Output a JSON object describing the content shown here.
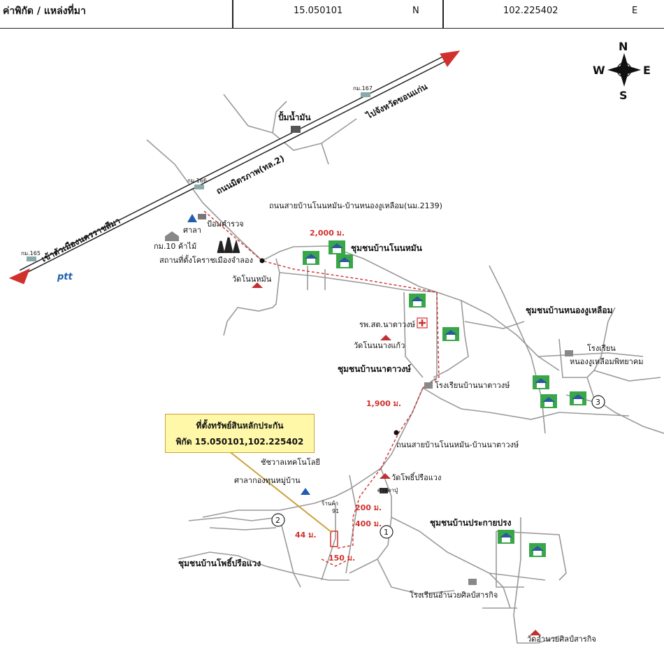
{
  "header": {
    "label": "ค่าพิกัด / แหล่งที่มา",
    "lat": "15.050101",
    "lat_dir": "N",
    "lon": "102.225402",
    "lon_dir": "E"
  },
  "compass": {
    "n": "N",
    "s": "S",
    "e": "E",
    "w": "W"
  },
  "callout": {
    "title": "ที่ตั้งทรัพย์สินหลักประกัน",
    "coords": "พิกัด 15.050101,102.225402"
  },
  "roads": {
    "highway": "ถนนมิตรภาพ(ทล.2)",
    "to_khonkaen": "ไปจังหวัดขอนแก่น",
    "to_korat": "เข้าตัวเมืองนครราชสีมา",
    "road_2139": "ถนนสายบ้านโนนหมัน-บ้านหนองงูเหลือม(นม.2139)",
    "road_nadawong": "ถนนสายบ้านโนนหมัน-บ้านนาตาวงษ์"
  },
  "km_markers": {
    "km165": "กม.165",
    "km166": "กม.166",
    "km167": "กม.167"
  },
  "places": {
    "gas_station": "ปั้มน้ำมัน",
    "ptt": "ptt",
    "checkpoint": "ป้อมตำรวจ",
    "sala": "ศาลา",
    "wood_shop": "กม.10 ค้าไม้",
    "korat_city_site": "สถานที่ตั้งโคราชเมืองจำลอง",
    "wat_non_man": "วัดโนนหมัน",
    "community_non_man": "ชุมชนบ้านโนนหมัน",
    "hospital": "รพ.สต.นาตาวงษ์",
    "wat_non_nang_kaew": "วัดโนนนางแก้ว",
    "community_nadawong": "ชุมชนบ้านนาตาวงษ์",
    "school_nadawong": "โรงเรียนบ้านนาตาวงษ์",
    "community_nong_ngu": "ชุมชนบ้านหนองงูเหลือม",
    "school_nong_ngu_line1": "โรงเรียน",
    "school_nong_ngu_line2": "หนองงูเหลือมพิทยาคม",
    "chaiwan": "ชัชวาลเทคโนโลยี",
    "sala_village": "ศาลากองทุนหมู่บ้าน",
    "wat_pho": "วัดโพธิ์ปรือแวง",
    "shrine": "ศาลตาปู่",
    "shop": "ร้านค้า",
    "shop_no": "91",
    "community_prakai": "ชุมชนบ้านประกายปรง",
    "community_pho": "ชุมชนบ้านโพธิ์ปรือแวง",
    "school_amnuay": "โรงเรียนอำนวยศิลป์สารกิจ",
    "wat_amnuay": "วัดอำนวยศิลป์สารกิจ"
  },
  "distances": {
    "d2000": "2,000 ม.",
    "d1900": "1,900 ม.",
    "d200": "200 ม.",
    "d400": "400 ม.",
    "d44": "44 ม.",
    "d150": "150 ม."
  },
  "markers": {
    "m1": "1",
    "m2": "2",
    "m3": "3"
  },
  "colors": {
    "road": "#9a9a9a",
    "highway": "#222222",
    "route": "#d0312d",
    "arrow": "#d0312d",
    "callout_bg": "#fff8a8",
    "house_green": "#3aa64a",
    "house_blue": "#2a5a9a"
  }
}
